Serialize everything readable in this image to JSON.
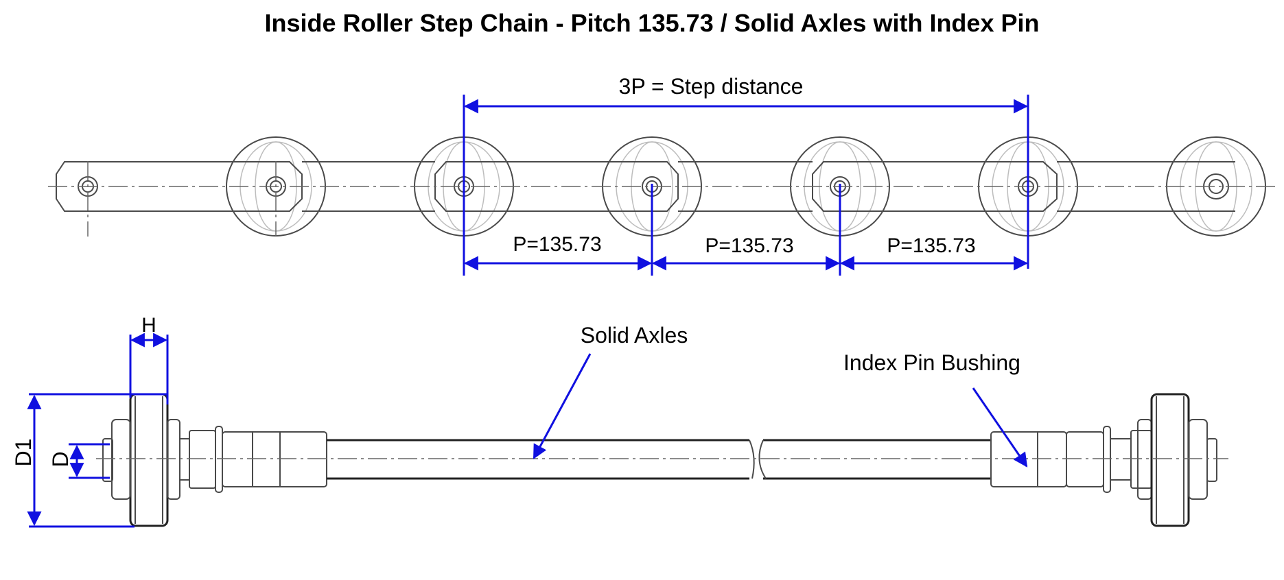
{
  "title": "Inside Roller Step Chain - Pitch 135.73 / Solid Axles with Index Pin",
  "top_view": {
    "step_distance_label": "3P = Step distance",
    "pitch_labels": [
      "P=135.73",
      "P=135.73",
      "P=135.73"
    ]
  },
  "side_view": {
    "solid_axles_label": "Solid Axles",
    "index_pin_label": "Index Pin Bushing",
    "dim_H": "H",
    "dim_D1": "D1",
    "dim_D": "D"
  },
  "colors": {
    "dimension": "#1010e0",
    "drawing": "#4a4a4a",
    "text": "#000000"
  }
}
